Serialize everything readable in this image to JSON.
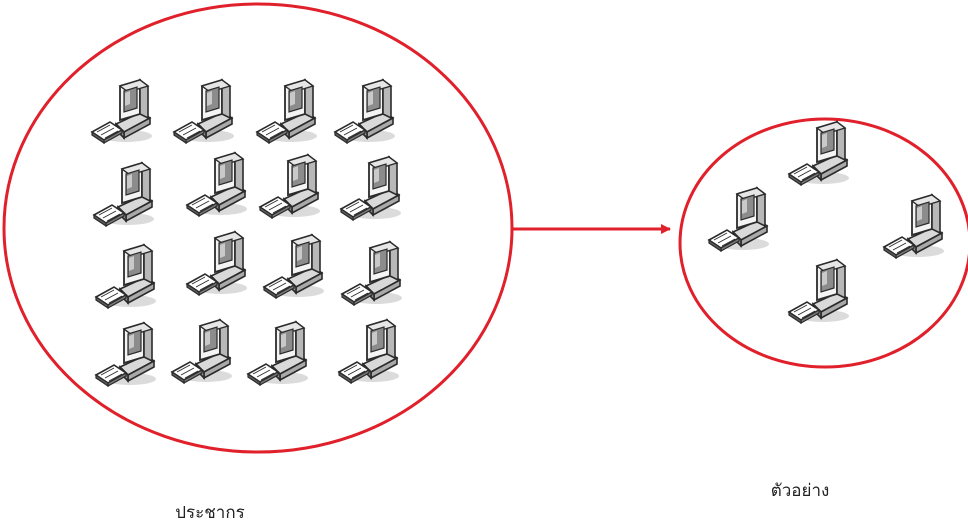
{
  "colors": {
    "circle_stroke": "#e0202a",
    "arrow": "#e0202a",
    "monitor_frame": "#2b2b2b",
    "monitor_face": "#ffffff",
    "monitor_shade": "#b8b8b8",
    "screen": "#8c8c8c",
    "shadow": "#bdbdbd"
  },
  "icons": {
    "node": "desktop-computer-icon"
  },
  "population": {
    "label": "ประชากร",
    "computer_count": 16
  },
  "sample": {
    "label": "ตัวอย่าง",
    "computer_count": 4
  },
  "connector": {
    "type": "arrow",
    "direction": "right"
  }
}
